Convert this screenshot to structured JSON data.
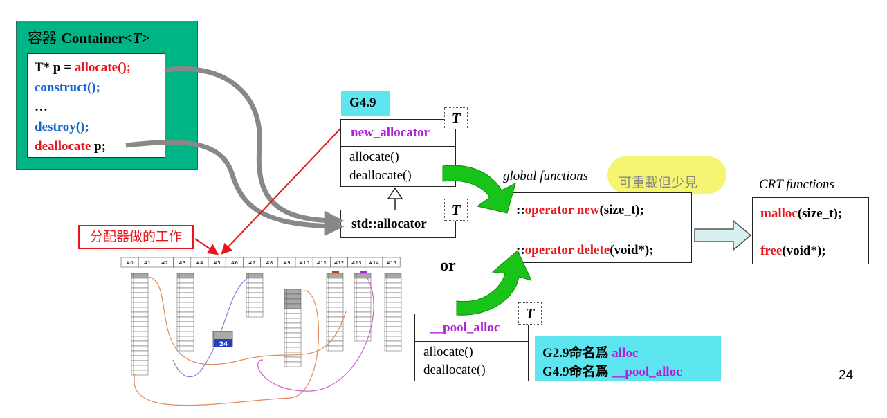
{
  "container": {
    "title_cjk": "容器 ",
    "title_main": "Container<",
    "title_t": "T",
    "title_end": ">",
    "lines": [
      {
        "a": "T* p = ",
        "b": "allocate();"
      },
      {
        "a": "construct();"
      },
      {
        "a": "…"
      },
      {
        "a": "destroy();"
      },
      {
        "a": "deallocate",
        "b": " p;"
      }
    ]
  },
  "g49_tag": "G4.9",
  "new_allocator": {
    "name": "new_allocator",
    "t": "T",
    "methods": [
      "allocate()",
      "deallocate()"
    ]
  },
  "std_allocator": {
    "name": "std::allocator",
    "t": "T"
  },
  "pool_alloc": {
    "name": "__pool_alloc",
    "t": "T",
    "methods": [
      "allocate()",
      "deallocate()"
    ]
  },
  "or_label": "or",
  "global": {
    "title": "global functions",
    "note": "可重載但少見",
    "new_prefix": "::",
    "new_op": "operator new",
    "new_args": "(size_t);",
    "delete_prefix": "::",
    "delete_op": "operator delete",
    "delete_args": "(void*);"
  },
  "crt": {
    "title": "CRT functions",
    "malloc": "malloc",
    "malloc_args": "(size_t);",
    "free": "free",
    "free_args": "(void*);"
  },
  "naming": {
    "l1_prefix": "G2.9命名爲 ",
    "l1_name": "alloc",
    "l2_prefix": "G4.9命名爲 ",
    "l2_name": "__pool_alloc"
  },
  "allocator_work_label": "分配器做的工作",
  "freelist": {
    "headers": [
      "#0",
      "#1",
      "#2",
      "#3",
      "#4",
      "#5",
      "#6",
      "#7",
      "#8",
      "#9",
      "#10",
      "#11",
      "#12",
      "#13",
      "#14",
      "#15"
    ],
    "block_value": "24"
  },
  "page_number": "24",
  "colors": {
    "container_bg": "#00b585",
    "tag_bg": "#5ee6f0",
    "red": "#e8161c",
    "blue": "#1565c8",
    "purple": "#b020d8",
    "green_arrow": "#18c418",
    "gray_arrow": "#888888"
  }
}
